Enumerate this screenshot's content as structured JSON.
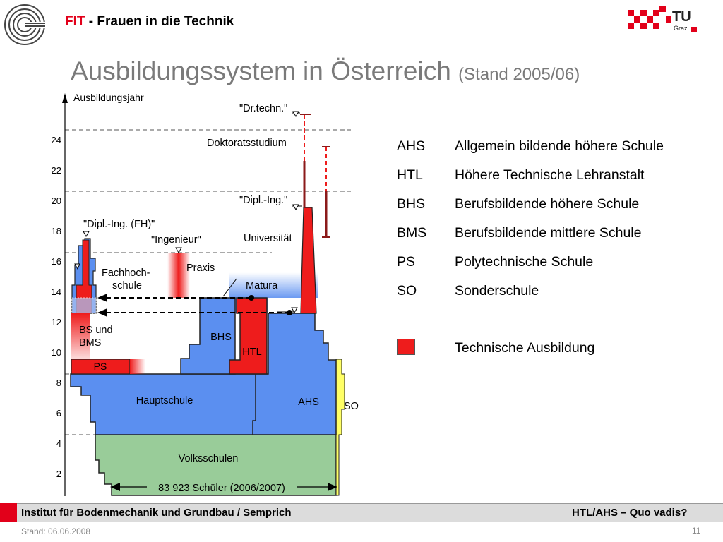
{
  "header": {
    "fit": "FIT",
    "title_rest": " - Frauen in die Technik",
    "tu_logo_text": "TU",
    "tu_logo_sub": "Graz"
  },
  "title": {
    "main": "Ausbildungssystem in Österreich",
    "sub": "(Stand 2005/06)"
  },
  "diagram": {
    "axis_label": "Ausbildungsjahr",
    "ticks": [
      "24",
      "22",
      "20",
      "18",
      "16",
      "14",
      "12",
      "10",
      "8",
      "6",
      "4",
      "2"
    ],
    "labels": {
      "dr_techn": "\"Dr.techn.\"",
      "doktoratsstudium": "Doktoratsstudium",
      "dipl_ing": "\"Dipl.-Ing.\"",
      "universitaet": "Universität",
      "dipl_ing_fh": "\"Dipl.-Ing. (FH)\"",
      "ingenieur": "\"Ingenieur\"",
      "praxis": "Praxis",
      "fachhoch_1": "Fachhoch-",
      "fachhoch_2": "schule",
      "matura": "Matura",
      "bs_und": "BS und",
      "bms": "BMS",
      "bhs": "BHS",
      "htl": "HTL",
      "ps": "PS",
      "hauptschule": "Hauptschule",
      "ahs": "AHS",
      "so": "SO",
      "volksschulen": "Volksschulen",
      "schueler": "83 923 Schüler (2006/2007)"
    },
    "colors": {
      "blue": "#5b8ff0",
      "red": "#ee1c1c",
      "green": "#99cc99",
      "yellow": "#ffff66"
    }
  },
  "legend": {
    "items": [
      {
        "abbr": "AHS",
        "desc": "Allgemein bildende höhere Schule"
      },
      {
        "abbr": "HTL",
        "desc": "Höhere Technische Lehranstalt"
      },
      {
        "abbr": "BHS",
        "desc": "Berufsbildende höhere Schule"
      },
      {
        "abbr": "BMS",
        "desc": "Berufsbildende mittlere Schule"
      },
      {
        "abbr": "PS",
        "desc": "Polytechnische Schule"
      },
      {
        "abbr": "SO",
        "desc": "Sonderschule"
      }
    ],
    "technical": "Technische Ausbildung"
  },
  "footer": {
    "left": "Institut für Bodenmechanik und Grundbau / Semprich",
    "right": "HTL/AHS – Quo vadis?",
    "date": "Stand: 06.06.2008",
    "page": "11"
  }
}
